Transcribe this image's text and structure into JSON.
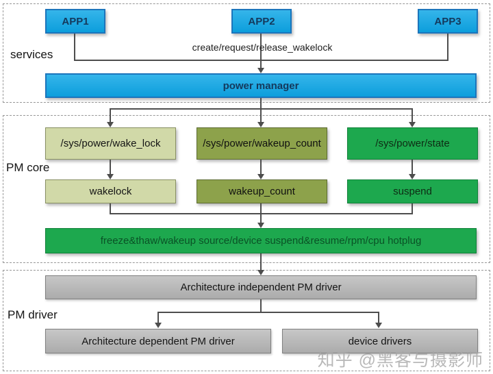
{
  "sections": {
    "services": {
      "label": "services"
    },
    "pm_core": {
      "label": "PM core"
    },
    "pm_driver": {
      "label": "PM driver"
    }
  },
  "nodes": {
    "app1": {
      "label": "APP1"
    },
    "app2": {
      "label": "APP2"
    },
    "app3": {
      "label": "APP3"
    },
    "power_manager": {
      "label": "power manager"
    },
    "sys_wake_lock": {
      "label": "/sys/power/wake_lock"
    },
    "sys_wakeup_count": {
      "label": "/sys/power/wakeup_count"
    },
    "sys_state": {
      "label": "/sys/power/state"
    },
    "wakelock": {
      "label": "wakelock"
    },
    "wakeup_count": {
      "label": "wakeup_count"
    },
    "suspend": {
      "label": "suspend"
    },
    "pm_core_bar": {
      "label": "freeze&thaw/wakeup source/device suspend&resume/rpm/cpu hotplug"
    },
    "arch_independent": {
      "label": "Architecture independent PM driver"
    },
    "arch_dependent": {
      "label": "Architecture dependent PM driver"
    },
    "device_drivers": {
      "label": "device drivers"
    }
  },
  "edge_labels": {
    "wakelock_api": "create/request/release_wakelock"
  },
  "watermark": "知乎 @黑客与摄影师",
  "colors": {
    "blue_border": "#1B75BC",
    "pale_green_fill": "#D1D9A8",
    "olive_fill": "#8DA24B",
    "green_fill": "#1DA84E",
    "line": "#4D4D4D"
  }
}
